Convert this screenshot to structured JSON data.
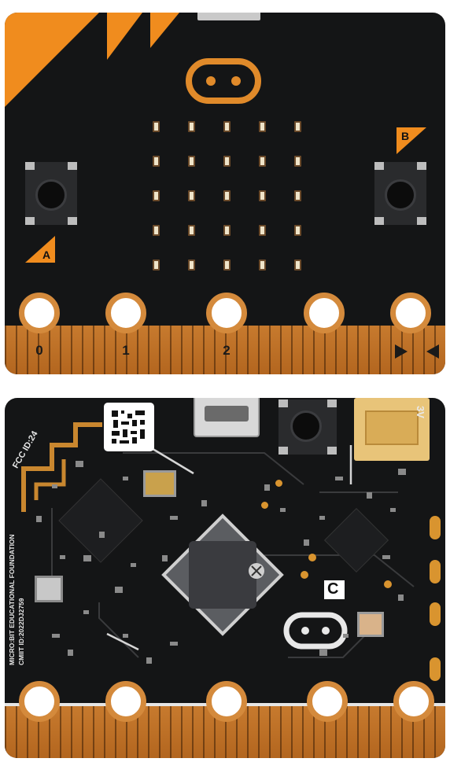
{
  "front": {
    "button_a_label": "A",
    "button_b_label": "B",
    "pin_labels": [
      "0",
      "1",
      "2"
    ]
  },
  "back": {
    "fcc_label": "FCC ID:24",
    "foundation_text": "MICRO:BIT EDUCATIONAL FOUNDATION",
    "cmiit_text": "CMIIT ID:2022DJ2759",
    "voltage_label": "3V",
    "connector_label": "C"
  },
  "colors": {
    "board": "#141516",
    "copper": "#c77a2e",
    "accent_orange": "#f08c1e",
    "pad_white": "#ffffff"
  }
}
